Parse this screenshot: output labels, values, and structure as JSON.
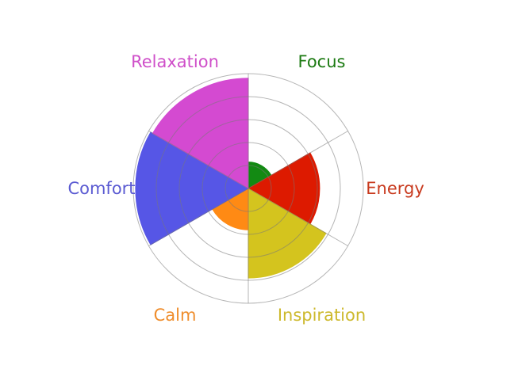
{
  "chart_data": {
    "type": "polar-area",
    "title": "",
    "rlim": [
      0,
      5
    ],
    "ring_count": 5,
    "grid": true,
    "start_angle_deg": -90,
    "categories": [
      "Focus",
      "Energy",
      "Inspiration",
      "Calm",
      "Comfort",
      "Relaxation"
    ],
    "values": [
      1.15,
      3.1,
      3.9,
      1.8,
      4.9,
      4.8
    ],
    "colors": [
      "#138a13",
      "#dd1a00",
      "#d4c41e",
      "#ff8a14",
      "#5656e6",
      "#d44ad1"
    ],
    "label_colors": [
      "#1c7a12",
      "#c83a1e",
      "#cdb92c",
      "#ef8d2c",
      "#5a5ad2",
      "#cf4fc9"
    ]
  }
}
